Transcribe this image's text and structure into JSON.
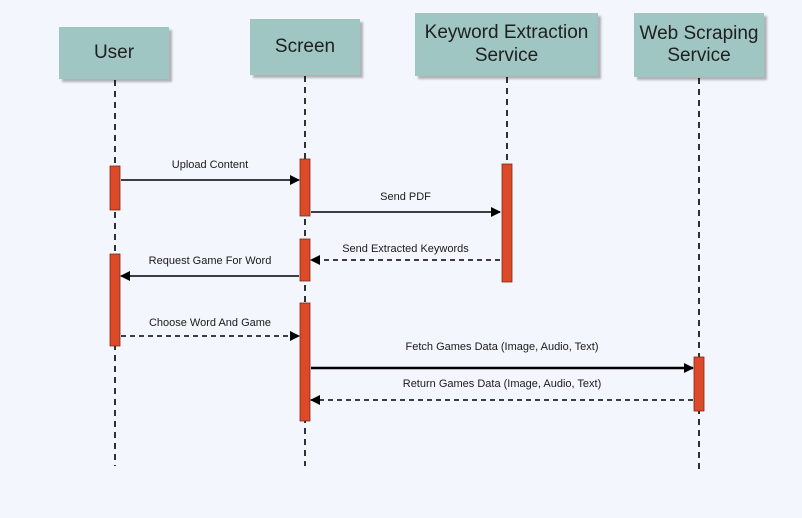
{
  "diagram": {
    "type": "sequence",
    "colors": {
      "background": "#f3f6fd",
      "actor_fill": "#9fc6c3",
      "activation_fill": "#dd4a29",
      "line": "#000000"
    },
    "participants": [
      {
        "id": "user",
        "label": "User"
      },
      {
        "id": "screen",
        "label": "Screen"
      },
      {
        "id": "kes",
        "label": "Keyword Extraction\nService"
      },
      {
        "id": "wss",
        "label": "Web Scraping\nService"
      }
    ],
    "messages": [
      {
        "from": "user",
        "to": "screen",
        "label": "Upload Content",
        "style": "solid"
      },
      {
        "from": "screen",
        "to": "kes",
        "label": "Send PDF",
        "style": "solid"
      },
      {
        "from": "kes",
        "to": "screen",
        "label": "Send Extracted Keywords",
        "style": "dashed"
      },
      {
        "from": "screen",
        "to": "user",
        "label": "Request Game For Word",
        "style": "solid"
      },
      {
        "from": "user",
        "to": "screen",
        "label": "Choose Word And Game",
        "style": "dashed"
      },
      {
        "from": "screen",
        "to": "wss",
        "label": "Fetch Games Data (Image, Audio, Text)",
        "style": "solid"
      },
      {
        "from": "wss",
        "to": "screen",
        "label": "Return Games Data (Image, Audio, Text)",
        "style": "dashed"
      }
    ]
  }
}
